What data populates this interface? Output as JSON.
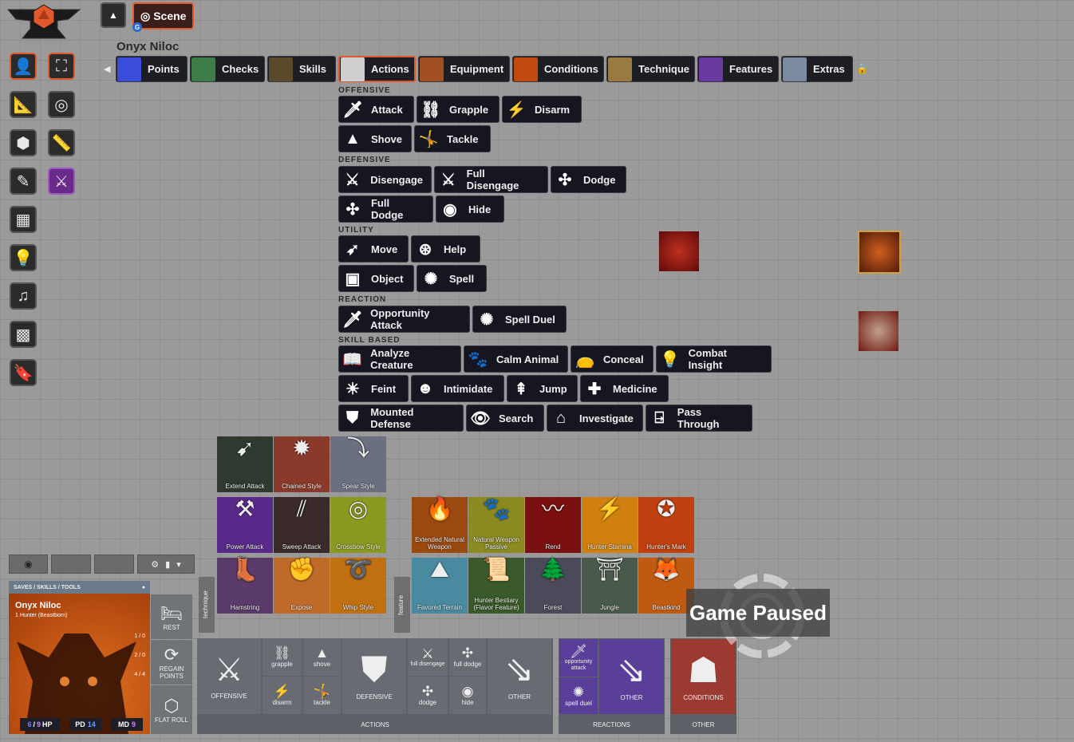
{
  "logo_icon": "anvil-d20-icon",
  "top": {
    "collapse_icon": "caret-up-icon",
    "scene_label": "Scene",
    "scene_badge": "G"
  },
  "character": {
    "name": "Onyx Niloc",
    "class": "1 Hunter (Beastborn)"
  },
  "tabs": [
    {
      "label": "Points",
      "color": "#3a4dd8"
    },
    {
      "label": "Checks",
      "color": "#3c7d4a"
    },
    {
      "label": "Skills",
      "color": "#5b4a2a"
    },
    {
      "label": "Actions",
      "color": "#cfcfcf"
    },
    {
      "label": "Equipment",
      "color": "#a05020"
    },
    {
      "label": "Conditions",
      "color": "#c04a10"
    },
    {
      "label": "Technique",
      "color": "#9a7a40"
    },
    {
      "label": "Features",
      "color": "#6a3aa0"
    },
    {
      "label": "Extras",
      "color": "#7a8aa0"
    }
  ],
  "sections": {
    "offensive": "OFFENSIVE",
    "defensive": "DEFENSIVE",
    "utility": "UTILITY",
    "reaction": "REACTION",
    "skill_based": "SKILL BASED"
  },
  "actions": {
    "attack": "Attack",
    "grapple": "Grapple",
    "disarm": "Disarm",
    "shove": "Shove",
    "tackle": "Tackle",
    "disengage": "Disengage",
    "full_disengage": "Full Disengage",
    "dodge": "Dodge",
    "full_dodge": "Full Dodge",
    "hide": "Hide",
    "move": "Move",
    "help": "Help",
    "object": "Object",
    "spell": "Spell",
    "opportunity_attack": "Opportunity Attack",
    "spell_duel": "Spell Duel",
    "analyze_creature": "Analyze Creature",
    "calm_animal": "Calm Animal",
    "conceal": "Conceal",
    "combat_insight": "Combat Insight",
    "feint": "Feint",
    "intimidate": "Intimidate",
    "jump": "Jump",
    "medicine": "Medicine",
    "mounted_defense": "Mounted Defense",
    "search": "Search",
    "investigate": "Investigate",
    "pass_through": "Pass Through"
  },
  "technique_tiles": [
    {
      "label": "Extend Attack",
      "color": "#2e3a30"
    },
    {
      "label": "Chained Style",
      "color": "#8a3a2a"
    },
    {
      "label": "Spear Style",
      "color": "#6a7080"
    },
    {
      "label": "Power Attack",
      "color": "#5a2a8a"
    },
    {
      "label": "Sweep Attack",
      "color": "#3a2a2a"
    },
    {
      "label": "Crossbow Style",
      "color": "#8a9a20"
    },
    {
      "label": "Hamstring",
      "color": "#5a3a6a"
    },
    {
      "label": "Expose",
      "color": "#c06a2a"
    },
    {
      "label": "Whip Style",
      "color": "#c07010"
    }
  ],
  "feature_tiles": [
    {
      "label": "Extended Natural Weapon",
      "color": "#9a4a10"
    },
    {
      "label": "Natural Weapon Passive",
      "color": "#8a8a20"
    },
    {
      "label": "Rend",
      "color": "#7a1010"
    },
    {
      "label": "Hunter Stamina",
      "color": "#d08010"
    },
    {
      "label": "Hunter's Mark",
      "color": "#c04010"
    },
    {
      "label": "Favored Terrain",
      "color": "#4a8aa0"
    },
    {
      "label": "Hunter Bestiary (Flavor Feature)",
      "color": "#3a5a2a"
    },
    {
      "label": "Forest",
      "color": "#4a4a5a"
    },
    {
      "label": "Jungle",
      "color": "#4a5a4a"
    },
    {
      "label": "Beastkind",
      "color": "#c05a10"
    }
  ],
  "vertical_labels": {
    "technique": "technique",
    "feature": "feature"
  },
  "hud": {
    "tab_header": "SAVES / SKILLS / TOOLS",
    "counters": [
      "1 / 0",
      "2 / 0",
      "4 / 4"
    ],
    "rest": "REST",
    "regain_points": "REGAIN POINTS",
    "flat_roll": "FLAT ROLL",
    "hp_current": "6",
    "hp_max": "9",
    "hp_label": "HP",
    "pd_label": "PD",
    "pd_value": "14",
    "md_label": "MD",
    "md_value": "9"
  },
  "panel": {
    "offensive": "OFFENSIVE",
    "grapple": "grapple",
    "disarm": "disarm",
    "shove": "shove",
    "tackle": "tackle",
    "defensive": "DEFENSIVE",
    "full_disengage": "full disengage",
    "full_dodge": "full dodge",
    "dodge": "dodge",
    "hide": "hide",
    "other": "OTHER",
    "actions_footer": "ACTIONS",
    "opportunity_attack": "opportunity attack",
    "spell_duel": "spell duel",
    "reactions_other": "OTHER",
    "reactions_footer": "REACTIONS",
    "conditions": "CONDITIONS",
    "conditions_footer": "OTHER"
  },
  "game_paused": "Game Paused"
}
